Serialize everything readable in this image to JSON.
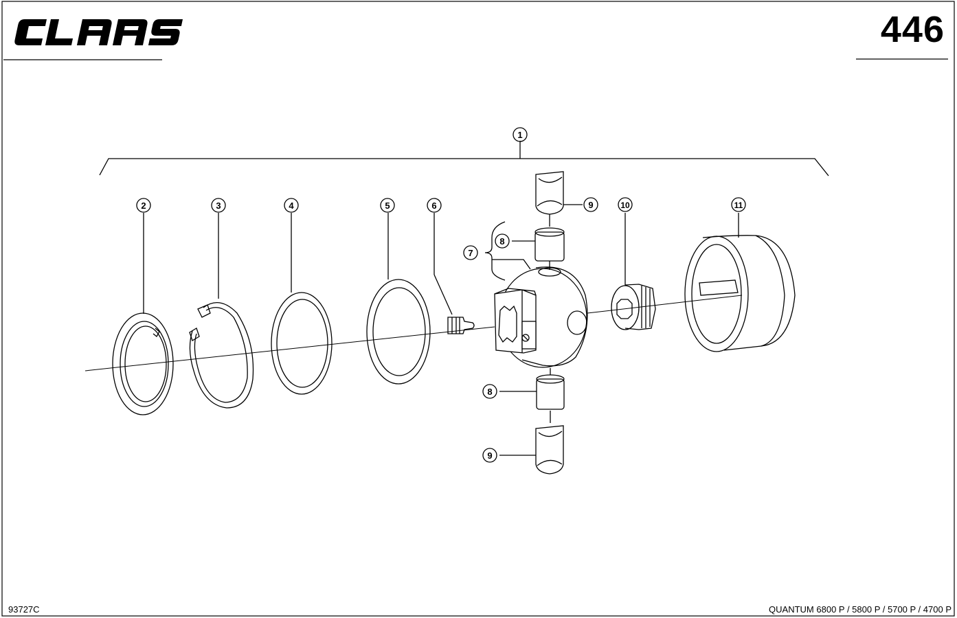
{
  "header": {
    "brand_logo_text": "CLAAS",
    "page_number": "446"
  },
  "footer": {
    "drawing_code": "93727C",
    "model_line": "QUANTUM 6800 P / 5800 P / 5700 P / 4700 P"
  },
  "callouts": {
    "c1": "1",
    "c2": "2",
    "c3": "3",
    "c4": "4",
    "c5": "5",
    "c6": "6",
    "c7": "7",
    "c8_upper": "8",
    "c8_lower": "8",
    "c9_upper": "9",
    "c9_lower": "9",
    "c10": "10",
    "c11": "11"
  }
}
